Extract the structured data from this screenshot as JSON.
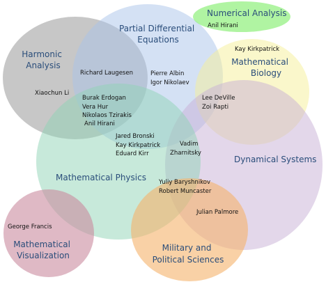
{
  "colors": {
    "harmonic": "#8f8f8f",
    "pde": "#a9c4ea",
    "numerical": "#8ef07a",
    "biology": "#f5ef98",
    "dynamical": "#c7b0d6",
    "physics": "#8fd3b5",
    "military": "#f5b36b",
    "visualization": "#c98a9e",
    "field_text": "#2a4d7a"
  },
  "fields": {
    "numerical": [
      "Numerical Analysis"
    ],
    "pde": [
      "Partial Differential",
      "Equations"
    ],
    "harmonic": [
      "Harmonic",
      "Analysis"
    ],
    "biology": [
      "Mathematical",
      "Biology"
    ],
    "dynamical": [
      "Dynamical Systems"
    ],
    "physics": [
      "Mathematical Physics"
    ],
    "military": [
      "Military and",
      "Political Sciences"
    ],
    "visualization": [
      "Mathematical",
      "Visualization"
    ]
  },
  "people": {
    "anil_hirani_top": "Anil Hirani",
    "kay_kirkpatrick_top": "Kay Kirkpatrick",
    "richard_laugesen": "Richard Laugesen",
    "pierre_albin": "Pierre Albin",
    "igor_nikolaev": "Igor Nikolaev",
    "xiaochun_li": "Xiaochun Li",
    "burak_erdogan": "Burak Erdogan",
    "vera_hur": "Vera Hur",
    "nikolaos_tzirakis": "Nikolaos Tzirakis",
    "anil_hirani_mid": "Anil Hirani",
    "lee_deville": "Lee DeVille",
    "zoi_rapti": "Zoi Rapti",
    "jared_bronski": "Jared Bronski",
    "kay_kirkpatrick_mid": "Kay Kirkpatrick",
    "eduard_kirr": "Eduard Kirr",
    "vadim": "Vadim",
    "zharnitsky": "Zharnitsky",
    "yuliy_baryshnikov": "Yuliy Baryshnikov",
    "robert_muncaster": "Robert Muncaster",
    "julian_palmore": "Julian Palmore",
    "george_francis": "George Francis"
  }
}
